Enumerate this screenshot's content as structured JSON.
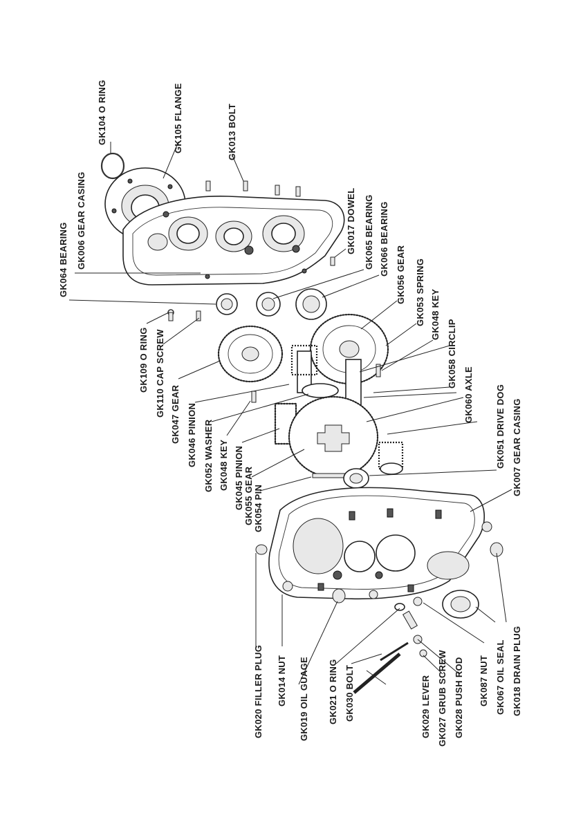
{
  "labels": {
    "gk104": "GK104 O RING",
    "gk105": "GK105 FLANGE",
    "gk013": "GK013 BOLT",
    "gk064": "GK064 BEARING",
    "gk006": "GK006 GEAR CASING",
    "gk017": "GK017 DOWEL",
    "gk065": "GK065 BEARING",
    "gk066": "GK066 BEARING",
    "gk056": "GK056 GEAR",
    "gk053": "GK053 SPRING",
    "gk048a": "GK048 KEY",
    "gk058": "GK058 CIRCLIP",
    "gk060": "GK060 AXLE",
    "gk051": "GK051 DRIVE DOG",
    "gk007": "GK007 GEAR CASING",
    "gk109": "GK109 O RING",
    "gk110": "GK110 CAP SCREW",
    "gk047": "GK047 GEAR",
    "gk046": "GK046 PINION",
    "gk052": "GK052 WASHER",
    "gk048b": "GK048 KEY",
    "gk045": "GK045 PINION",
    "gk055": "GK055 GEAR",
    "gk054": "GK054 PIN",
    "gk020": "GK020 FILLER PLUG",
    "gk014": "GK014 NUT",
    "gk019": "GK019 OIL GUAGE",
    "gk021": "GK021 O RING",
    "gk030": "GK030 BOLT",
    "gk029": "GK029 LEVER",
    "gk027": "GK027 GRUB SCREW",
    "gk028": "GK028 PUSH ROD",
    "gk087": "GK087 NUT",
    "gk067": "GK067 OIL SEAL",
    "gk018": "GK018 DRAIN PLUG"
  }
}
